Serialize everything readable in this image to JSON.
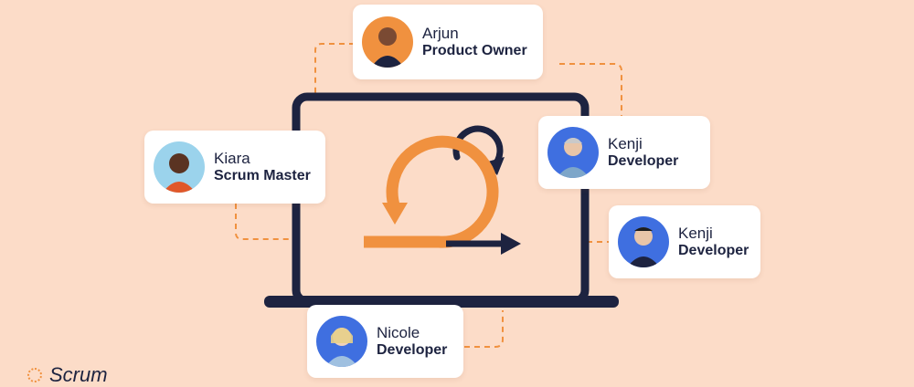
{
  "colors": {
    "background": "#fcdcc8",
    "laptop": "#1d2340",
    "accent_orange": "#f0913f",
    "connector": "#f0913f"
  },
  "team": [
    {
      "name": "Arjun",
      "role": "Product Owner",
      "avatar_bg": "#f0913f",
      "avatar": "person-avatar-icon"
    },
    {
      "name": "Kiara",
      "role": "Scrum Master",
      "avatar_bg": "#9bd3ec",
      "avatar": "person-avatar-icon"
    },
    {
      "name": "Kenji",
      "role": "Developer",
      "avatar_bg": "#3f6fe0",
      "avatar": "person-avatar-icon"
    },
    {
      "name": "Kenji",
      "role": "Developer",
      "avatar_bg": "#3f6fe0",
      "avatar": "person-avatar-icon"
    },
    {
      "name": "Nicole",
      "role": "Developer",
      "avatar_bg": "#3f6fe0",
      "avatar": "person-avatar-icon"
    }
  ],
  "center": {
    "icon": "sprint-cycle-icon"
  },
  "brand": {
    "text": "Scrum",
    "icon": "scrum-logo-icon"
  }
}
